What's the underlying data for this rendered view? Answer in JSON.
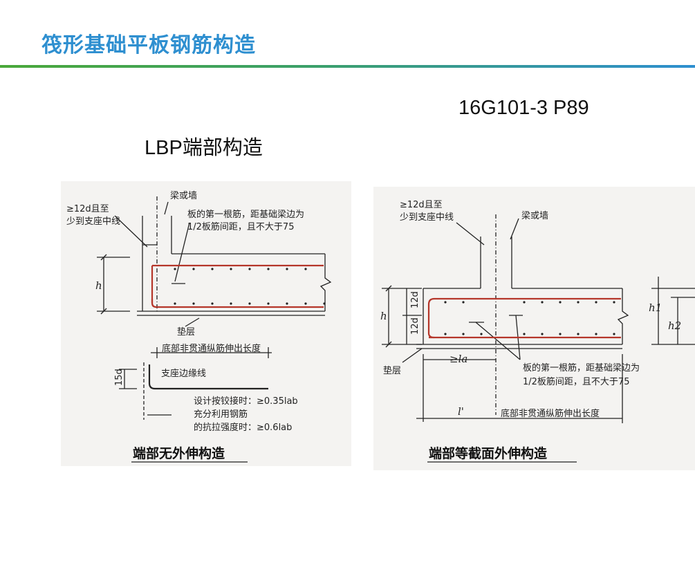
{
  "header": {
    "title": "筏形基础平板钢筋构造",
    "reference": "16G101-3   P89",
    "subtitle": "LBP端部构造"
  },
  "diagram_left": {
    "caption": "端部无外伸构造",
    "labels": {
      "beam_or_wall": "梁或墙",
      "anchor_rule_l1": "≥12d且至",
      "anchor_rule_l2": "少到支座中线",
      "first_bar_l1": "板的第一根筋，距基础梁边为",
      "first_bar_l2": "1/2板筋间距，且不大于75",
      "h": "h",
      "cushion": "垫层",
      "bottom_ext": "底部非贯通纵筋伸出长度",
      "support_edge": "支座边缘线",
      "bend": "15d",
      "hinge_rule": "设计按铰接时：≥0.35lab",
      "full_strength_l1": "充分利用钢筋",
      "full_strength_l2": "的抗拉强度时：≥0.6lab"
    }
  },
  "diagram_right": {
    "caption": "端部等截面外伸构造",
    "labels": {
      "anchor_rule_l1": "≥12d且至",
      "anchor_rule_l2": "少到支座中线",
      "beam_or_wall": "梁或墙",
      "h": "h",
      "d12_top": "12d",
      "d12_bot": "12d",
      "h1": "h1",
      "h2": "h2",
      "cushion": "垫层",
      "la": "≥la",
      "first_bar_l1": "板的第一根筋，距基础梁边为",
      "first_bar_l2": "1/2板筋间距，且不大于75",
      "lprime": "l'",
      "bottom_ext": "底部非贯通纵筋伸出长度"
    }
  },
  "colors": {
    "title": "#2e8fd0",
    "rebar": "#b5362a",
    "line": "#222222"
  }
}
